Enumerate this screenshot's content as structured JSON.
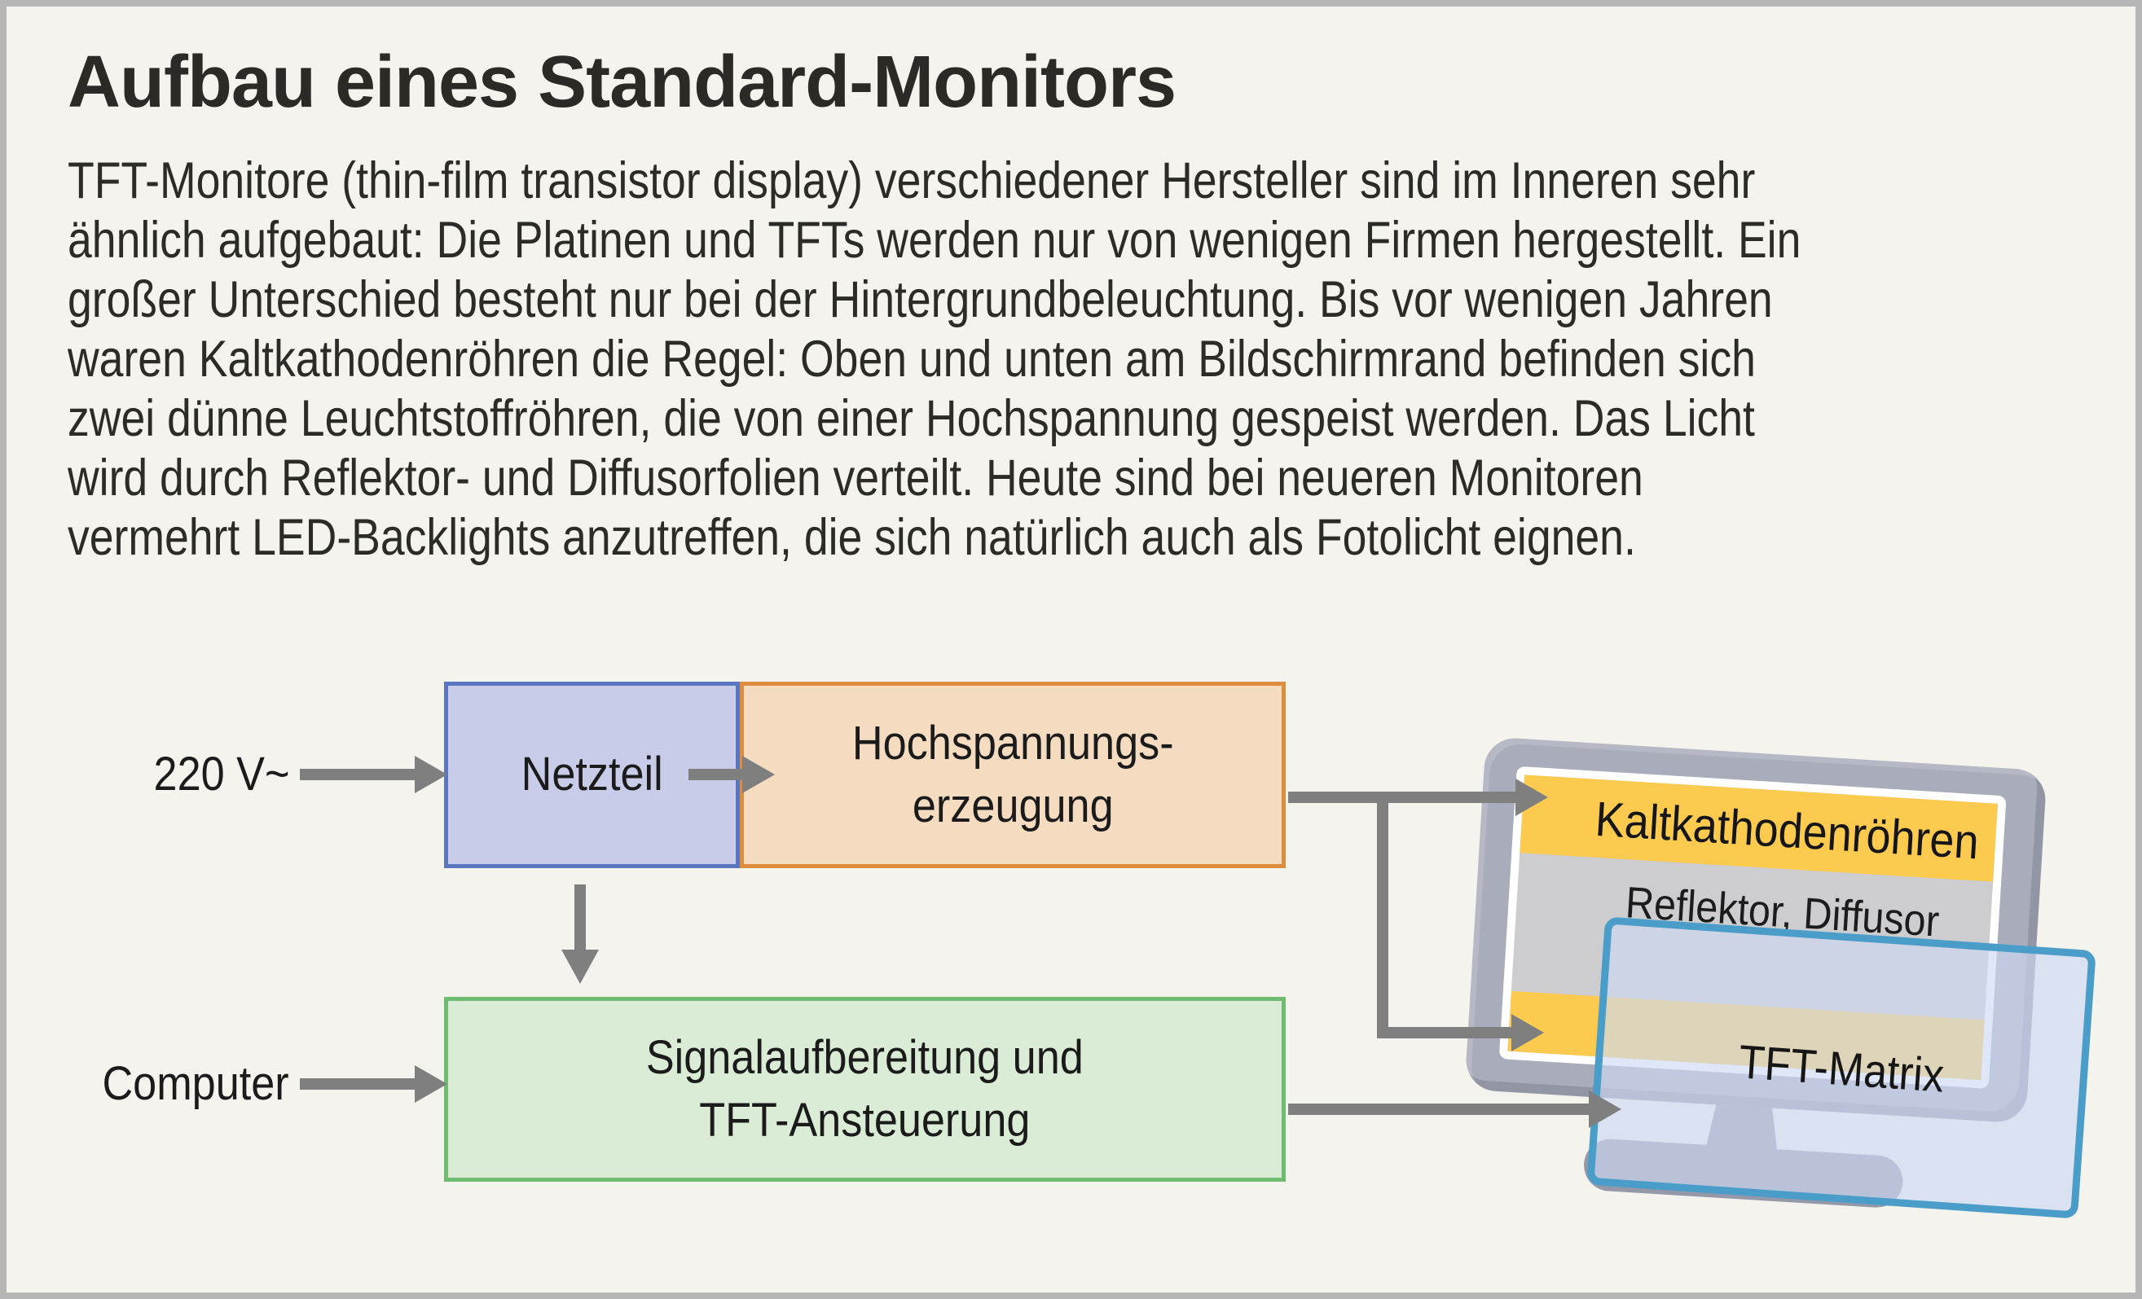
{
  "page": {
    "background": "#f4f3ee",
    "frame_color": "#b6b6b6"
  },
  "header": {
    "title": "Aufbau eines Standard-Monitors"
  },
  "intro": {
    "lines": [
      "TFT-Monitore (thin-film transistor display) verschiedener Hersteller sind im Inneren sehr",
      "ähnlich aufgebaut: Die Platinen und TFTs werden nur von wenigen Firmen hergestellt. Ein",
      "großer Unterschied besteht nur bei der Hintergrundbeleuchtung. Bis vor wenigen Jahren",
      "waren Kaltkathodenröhren die Regel: Oben und unten am Bildschirmrand befinden sich",
      "zwei dünne Leuchtstoffröhren, die von einer Hochspannung gespeist werden. Das Licht",
      "wird durch Reflektor- und Diffusorfolien verteilt. Heute sind bei neueren Monitoren",
      "vermehrt LED-Backlights anzutreffen, die sich natürlich auch als Fotolicht eignen."
    ]
  },
  "diagram": {
    "arrow_color": "#7f7f7f",
    "inputs": {
      "power": {
        "label": "220 V~"
      },
      "computer": {
        "label": "Computer"
      }
    },
    "boxes": {
      "netzteil": {
        "label": "Netzteil",
        "fill": "#c9cce9",
        "border": "#5b76c0"
      },
      "hochspannung": {
        "line1": "Hochspannungs-",
        "line2": "erzeugung",
        "fill": "#f5dcc1",
        "border": "#dd8d3e"
      },
      "signal": {
        "line1": "Signalaufbereitung und",
        "line2": "TFT-Ansteuerung",
        "fill": "#daecd6",
        "border": "#6fbc71"
      }
    },
    "monitor": {
      "frame_color": "#a9acba",
      "bezel_color": "#ffffff",
      "screen_color": "#cdcccf",
      "band_color": "#fbca4e",
      "stand_color": "#9598a9",
      "labels": {
        "backlight": "Kaltkathodenröhren",
        "reflector": "Reflektor, Diffusor"
      }
    },
    "panel": {
      "label": "TFT-Matrix",
      "fill": "rgba(205,217,242,0.65)",
      "border": "#4a9dc8"
    }
  }
}
